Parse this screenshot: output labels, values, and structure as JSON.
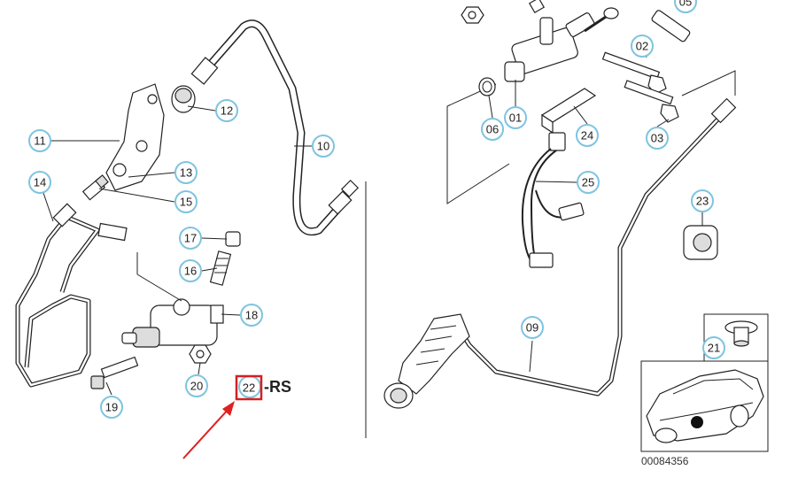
{
  "callouts": {
    "c01": "01",
    "c02": "02",
    "c03": "03",
    "c05": "05",
    "c06": "06",
    "c09": "09",
    "c10": "10",
    "c11": "11",
    "c12": "12",
    "c13": "13",
    "c14": "14",
    "c15": "15",
    "c16": "16",
    "c17": "17",
    "c18": "18",
    "c19": "19",
    "c20": "20",
    "c21": "21",
    "c22": "22",
    "c23": "23",
    "c24": "24",
    "c25": "25"
  },
  "highlight": {
    "label": "22",
    "suffix": "-RS",
    "box_color": "#d42020",
    "arrow_color": "#e02020"
  },
  "catalog_number": "00084356",
  "colors": {
    "callout_ring": "#7ec4e0",
    "line": "#222222"
  }
}
